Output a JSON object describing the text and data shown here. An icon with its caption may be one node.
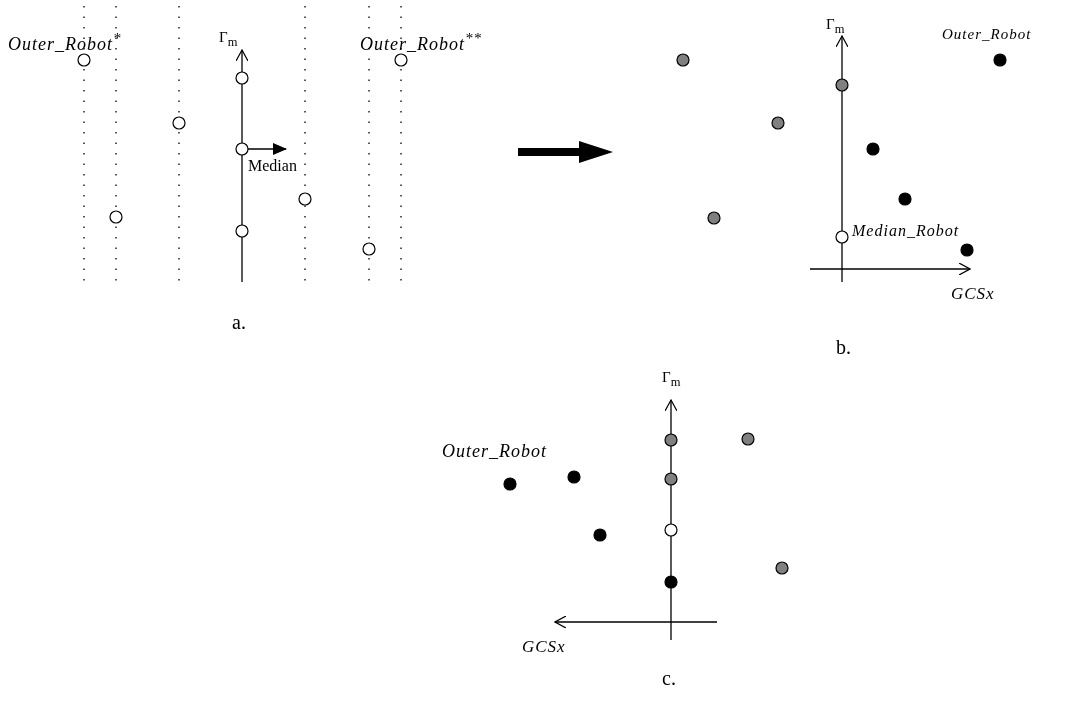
{
  "diagram": {
    "labels": [
      "Outer_Robot$^{*}$",
      "Γ$_{m}$",
      "Outer_Robot$^{**}$",
      "Γ$_{m}$",
      "Outer_Robot",
      "Median",
      "Median_Robot",
      "a.",
      "GCSx",
      "b.",
      "Γ$_{m}$",
      "Outer_Robot",
      "GCSx",
      "c."
    ]
  }
}
